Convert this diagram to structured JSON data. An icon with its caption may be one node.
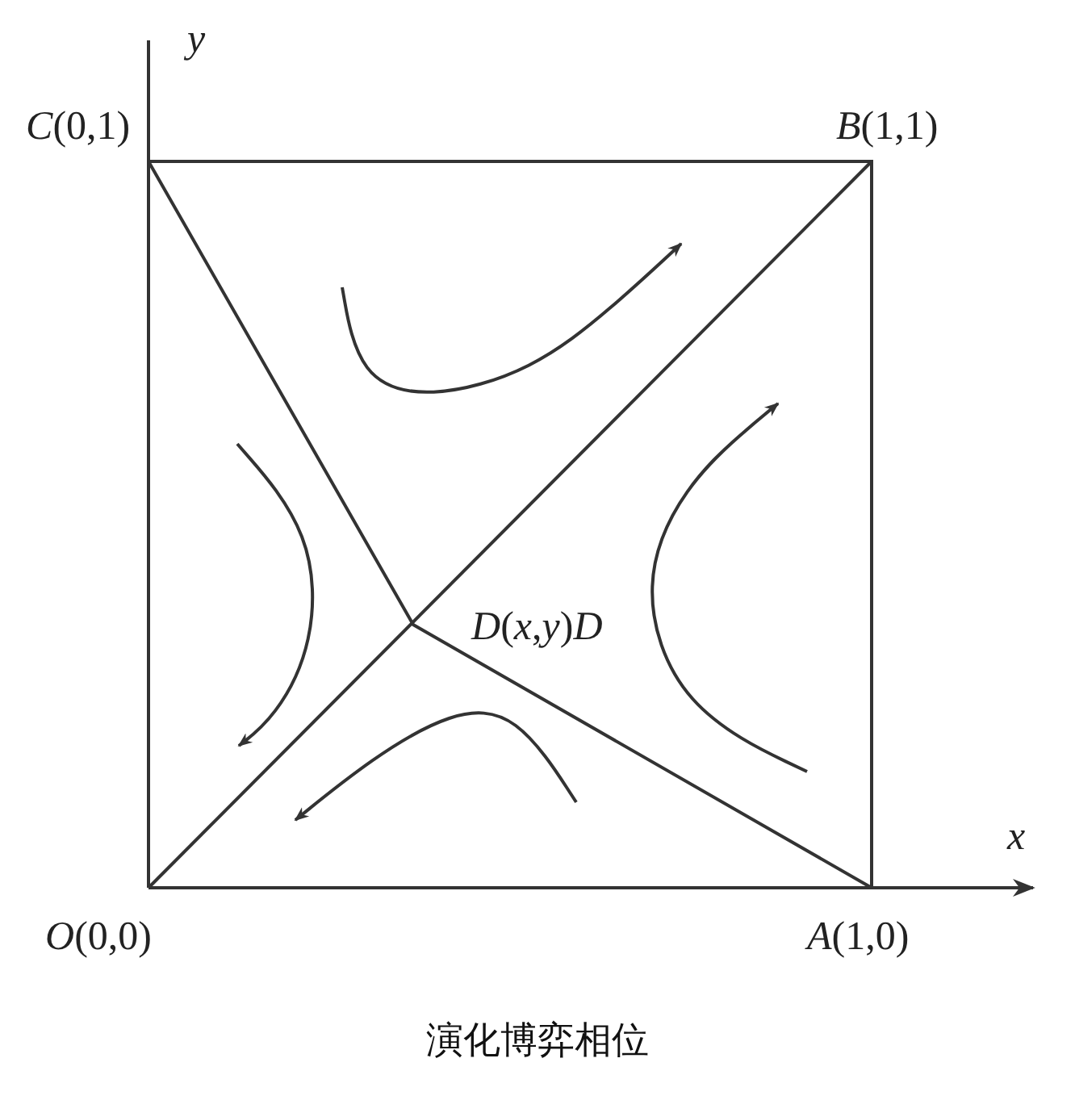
{
  "diagram": {
    "caption": "演化博弈相位",
    "labels": [
      "*y*",
      "*C*(0,1)",
      "*B*(1,1)",
      "*D*(*x*,*y*)*D*",
      "*x*",
      "*O*(0,0)",
      "*A*(1,0)"
    ]
  }
}
